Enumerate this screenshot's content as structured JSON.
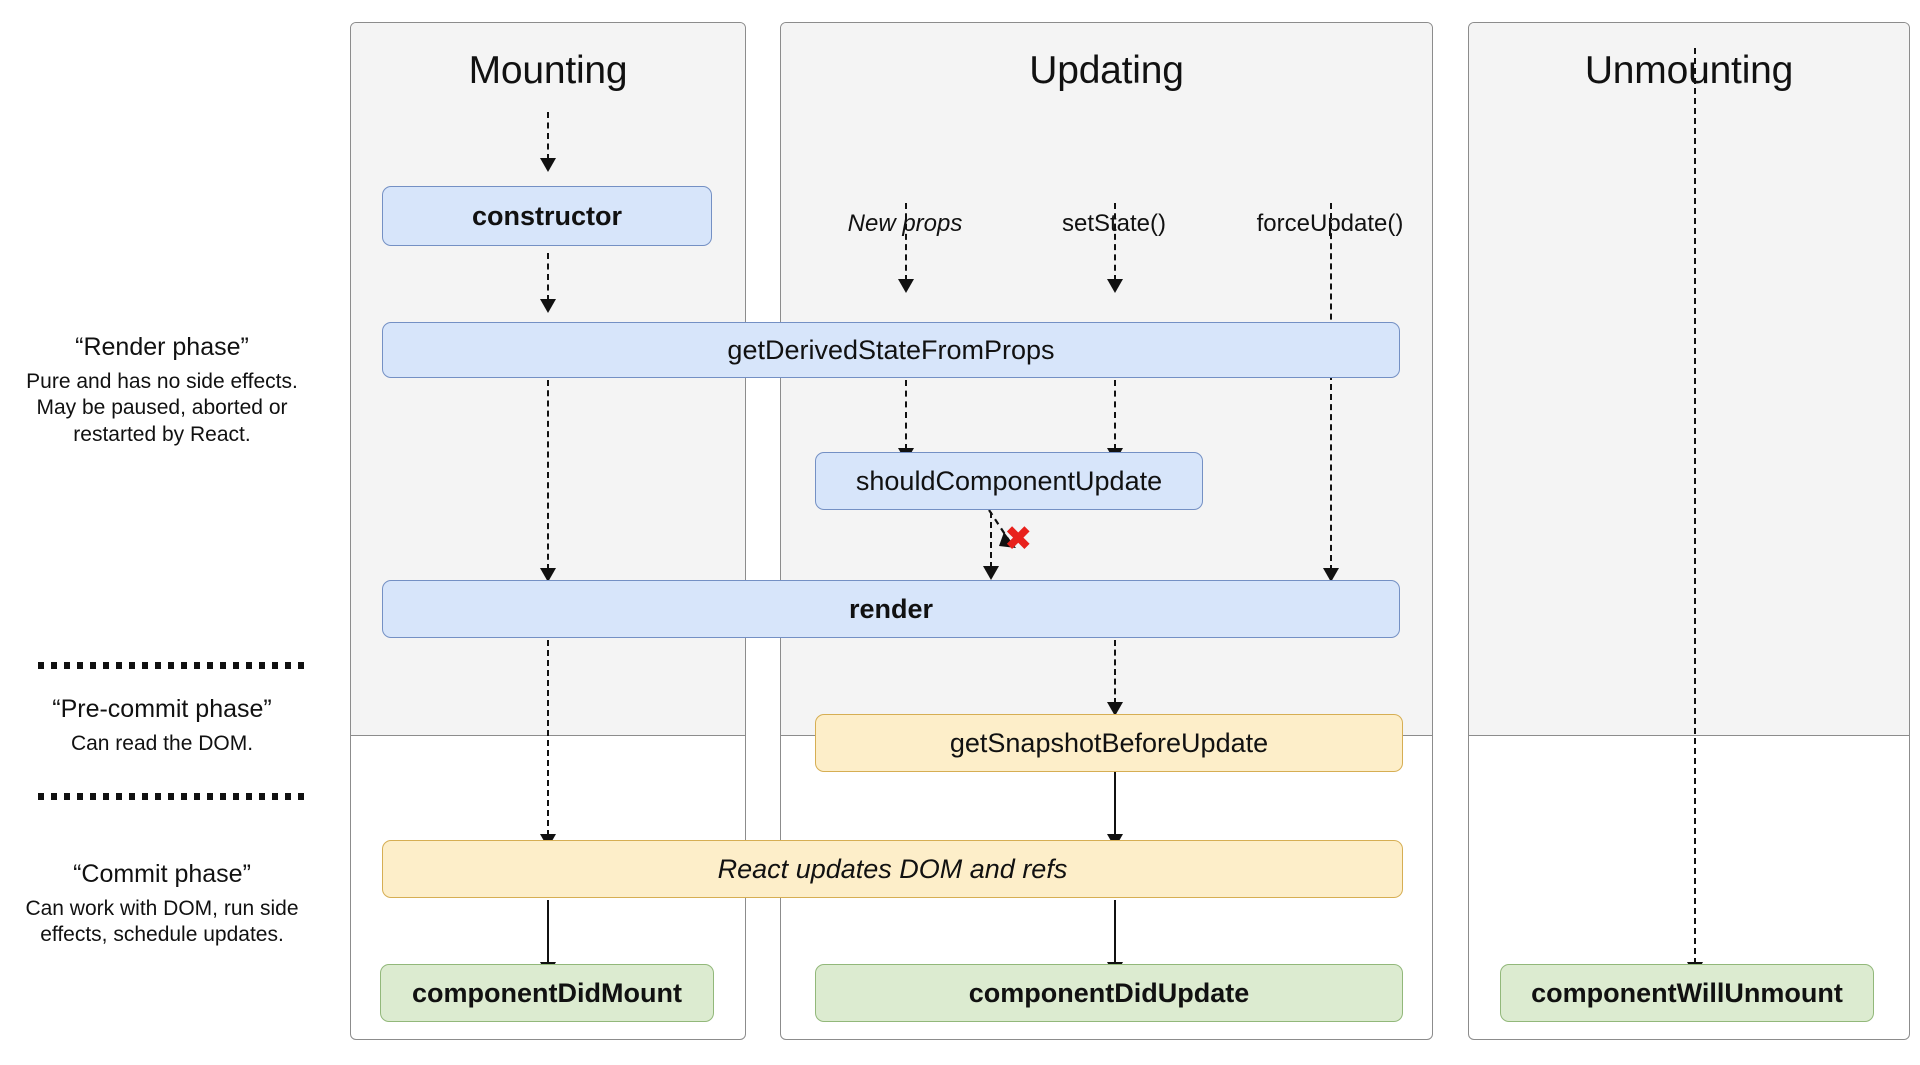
{
  "diagram": {
    "title": "React component lifecycle",
    "columns": [
      {
        "id": "mounting",
        "label": "Mounting"
      },
      {
        "id": "updating",
        "label": "Updating"
      },
      {
        "id": "unmounting",
        "label": "Unmounting"
      }
    ],
    "phases": [
      {
        "id": "render-phase",
        "title": "“Render phase”",
        "description": "Pure and has no side effects. May be paused, aborted or restarted by React."
      },
      {
        "id": "pre-commit-phase",
        "title": "“Pre-commit phase”",
        "description": "Can read the DOM."
      },
      {
        "id": "commit-phase",
        "title": "“Commit phase”",
        "description": "Can work with DOM, run side effects, schedule updates."
      }
    ],
    "triggers": [
      {
        "id": "new-props",
        "label": "New props",
        "style": "italic"
      },
      {
        "id": "set-state",
        "label": "setState()",
        "style": "normal"
      },
      {
        "id": "force-update",
        "label": "forceUpdate()",
        "style": "normal"
      }
    ],
    "nodes": [
      {
        "id": "constructor",
        "label": "constructor",
        "color": "blue",
        "weight": "bold",
        "style": "normal"
      },
      {
        "id": "get-derived-state",
        "label": "getDerivedStateFromProps",
        "color": "blue",
        "weight": "normal",
        "style": "normal"
      },
      {
        "id": "should-component-update",
        "label": "shouldComponentUpdate",
        "color": "blue",
        "weight": "normal",
        "style": "normal"
      },
      {
        "id": "render",
        "label": "render",
        "color": "blue",
        "weight": "bold",
        "style": "normal"
      },
      {
        "id": "get-snapshot",
        "label": "getSnapshotBeforeUpdate",
        "color": "yellow",
        "weight": "normal",
        "style": "normal"
      },
      {
        "id": "react-updates-dom",
        "label": "React updates DOM and refs",
        "color": "yellow",
        "weight": "normal",
        "style": "italic"
      },
      {
        "id": "component-did-mount",
        "label": "componentDidMount",
        "color": "green",
        "weight": "bold",
        "style": "normal"
      },
      {
        "id": "component-did-update",
        "label": "componentDidUpdate",
        "color": "green",
        "weight": "bold",
        "style": "normal"
      },
      {
        "id": "component-will-unmount",
        "label": "componentWillUnmount",
        "color": "green",
        "weight": "bold",
        "style": "normal"
      }
    ],
    "annotations": [
      {
        "id": "abort-marker",
        "glyph": "✖",
        "meaning": "aborted / skipped render",
        "color": "#e8211c"
      }
    ],
    "colors": {
      "blue_fill": "#d7e5fa",
      "blue_border": "#7490c4",
      "yellow_fill": "#fdeec9",
      "yellow_border": "#d6ae53",
      "green_fill": "#dcebd0",
      "green_border": "#92b87a",
      "panel_shade": "#f4f4f4",
      "panel_border": "#8c8c8c",
      "abort_red": "#e8211c",
      "page_bg": "#ffffff"
    }
  }
}
